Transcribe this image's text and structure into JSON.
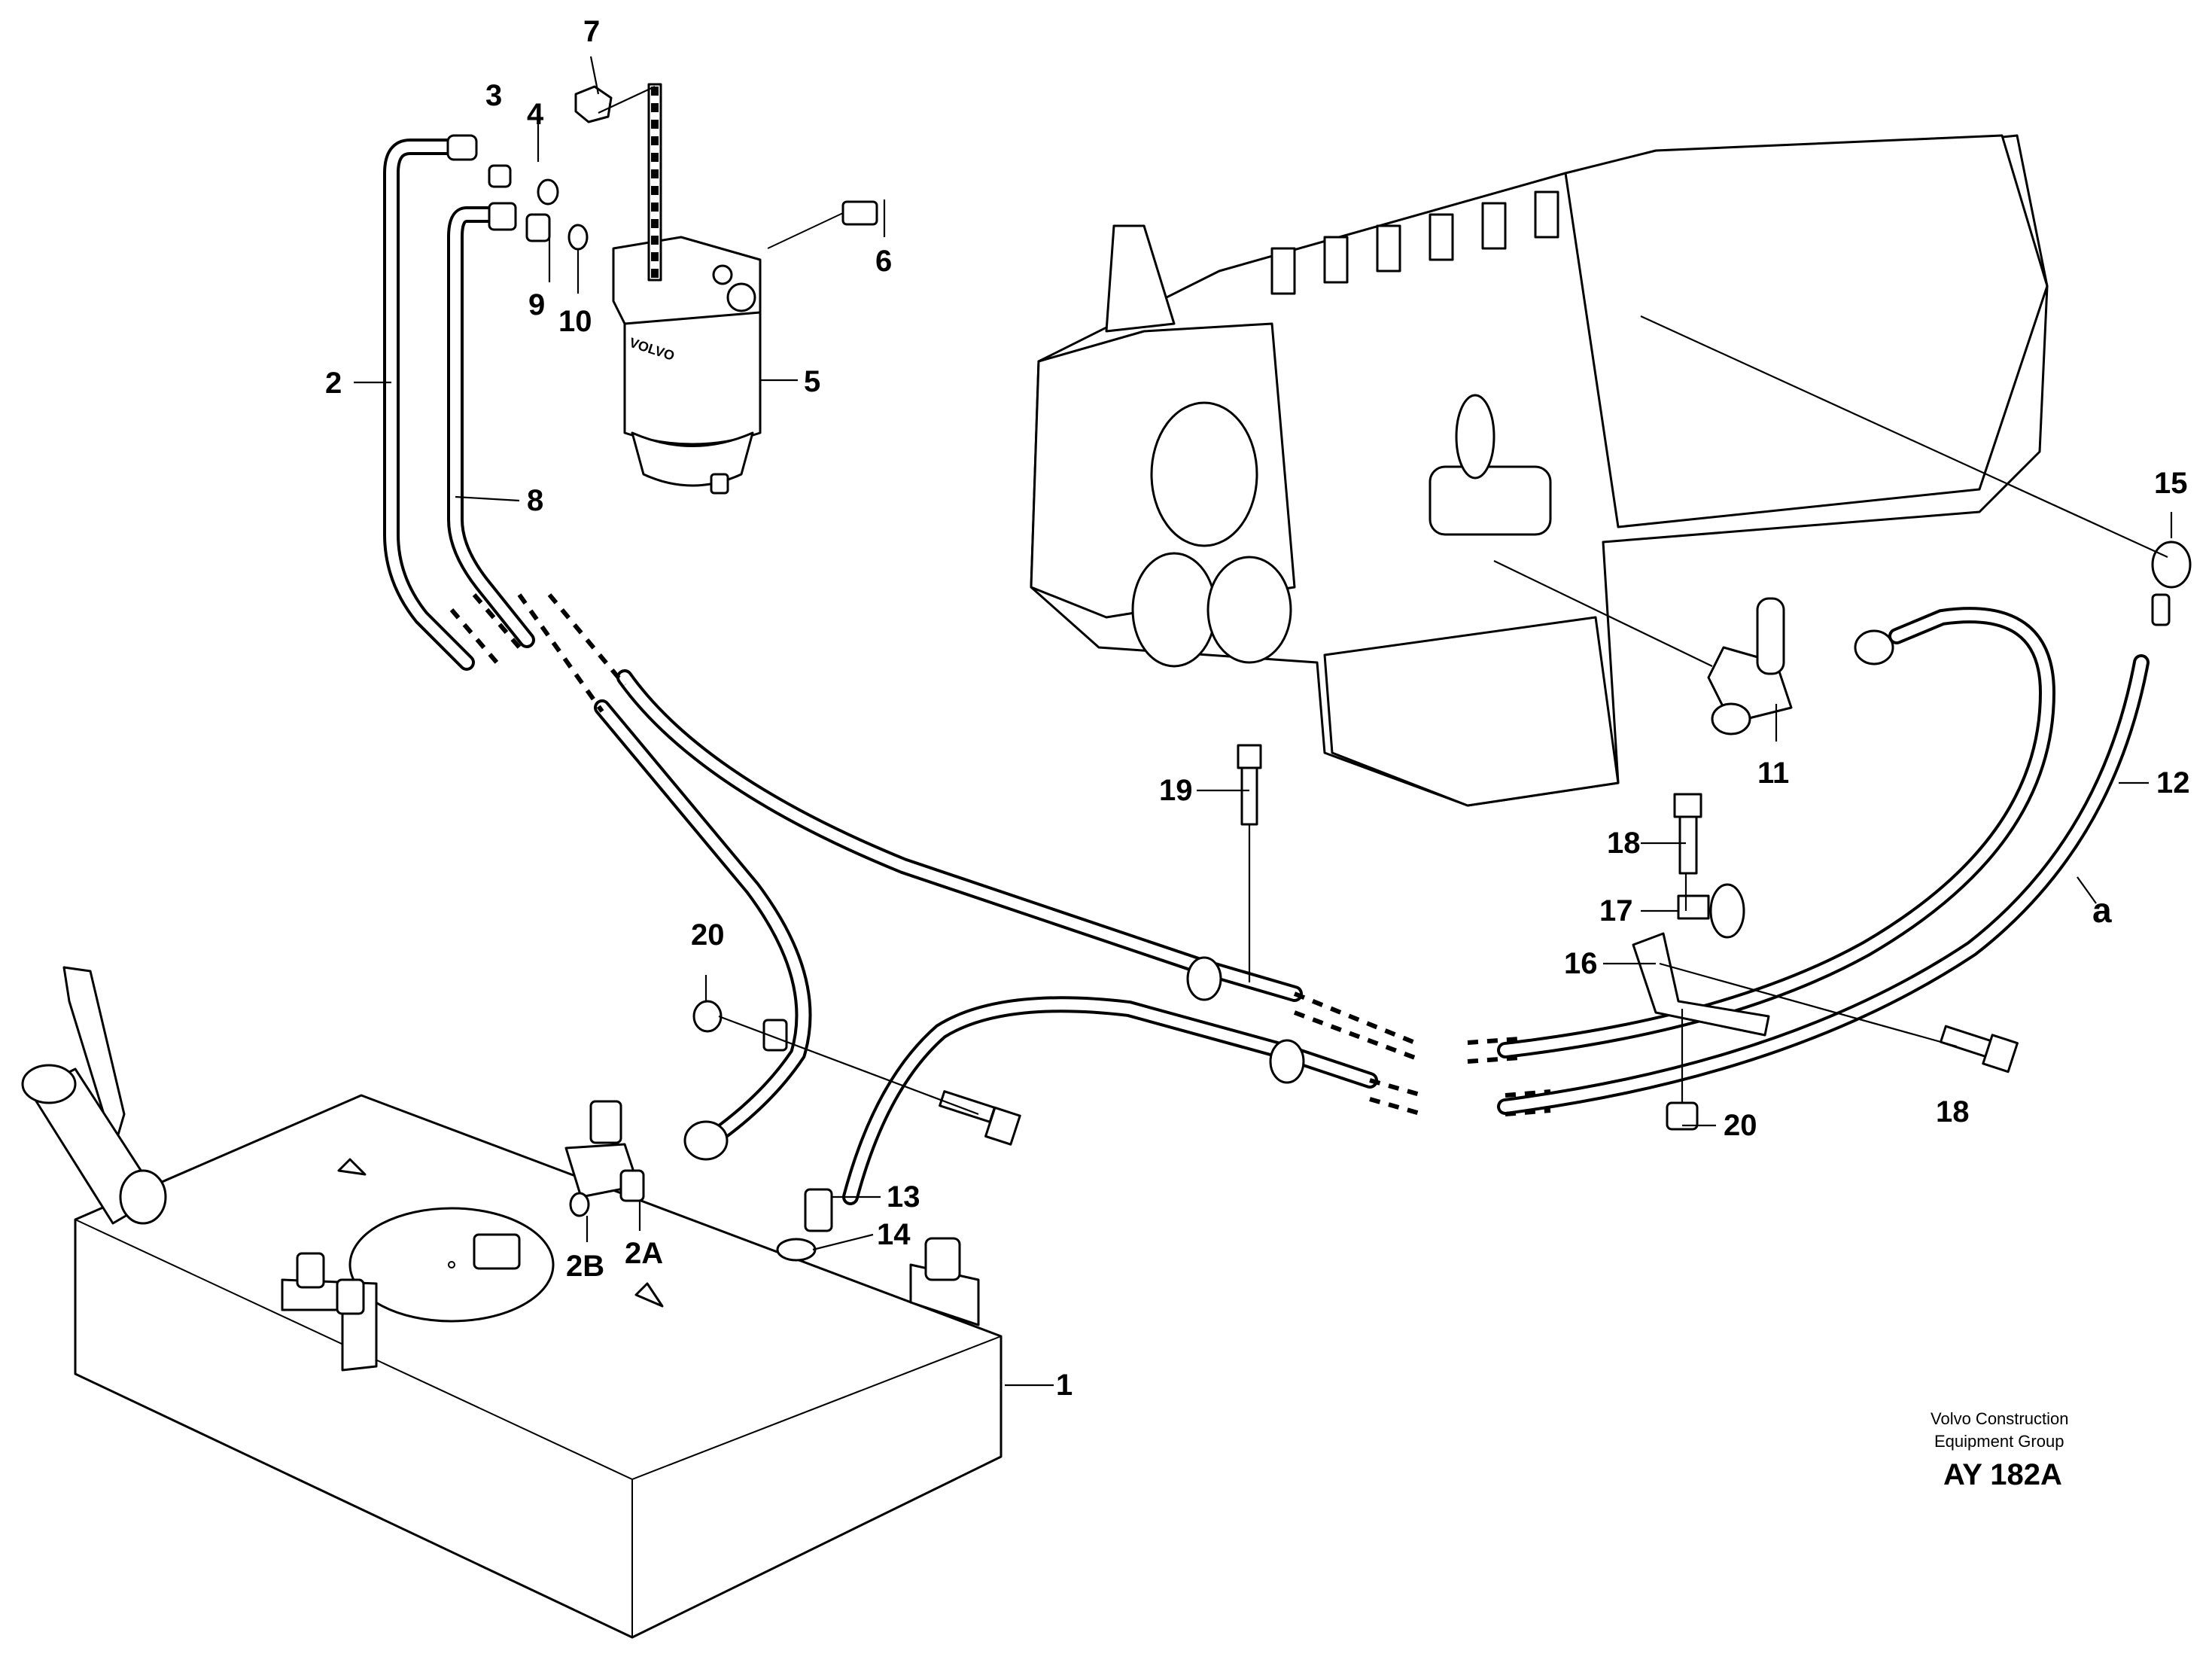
{
  "diagram": {
    "callouts": {
      "c1": "1",
      "c2": "2",
      "c2a": "2A",
      "c2b": "2B",
      "c3": "3",
      "c4": "4",
      "c5": "5",
      "c6": "6",
      "c7": "7",
      "c8": "8",
      "c9": "9",
      "c10": "10",
      "c11": "11",
      "c12": "12",
      "c13": "13",
      "c14": "14",
      "c15": "15",
      "c16": "16",
      "c17": "17",
      "c18a": "18",
      "c18b": "18",
      "c19": "19",
      "c20a": "20",
      "c20b": "20",
      "ca": "a"
    },
    "credit_line1": "Volvo Construction",
    "credit_line2": "Equipment Group",
    "figure_code": "AY 182A"
  }
}
